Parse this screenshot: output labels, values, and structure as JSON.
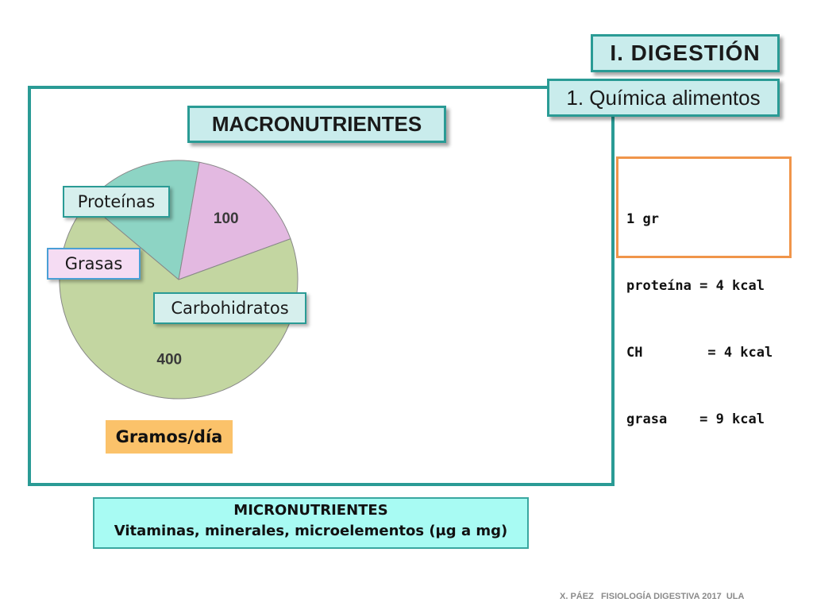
{
  "header": {
    "title": "I. DIGESTIÓN",
    "subtitle": "1. Química alimentos"
  },
  "main": {
    "heading": "MACRONUTRIENTES",
    "units_label": "Gramos/día"
  },
  "chart_data": {
    "type": "pie",
    "slices": [
      {
        "label": "Proteínas",
        "value": 100,
        "value_label": "100",
        "color": "#8dd4c4"
      },
      {
        "label": "Grasas",
        "value": 100,
        "value_label": "100",
        "color": "#e3b9e1"
      },
      {
        "label": "Carbohidratos",
        "value": 400,
        "value_label": "400",
        "color": "#c3d6a1"
      }
    ]
  },
  "energy": {
    "lines": [
      "1 gr",
      "proteína = 4 kcal",
      "CH        = 4 kcal",
      "grasa    = 9 kcal"
    ]
  },
  "micro": {
    "title": "MICRONUTRIENTES",
    "description": "Vitaminas, minerales, microelementos (μg a mg)"
  },
  "footer": {
    "text": "X. PÁEZ   FISIOLOGÍA DIGESTIVA 2017  ULA"
  },
  "colors": {
    "accent": "#2a9b95",
    "label_bg": "#c9ecec",
    "energy_border": "#f0954a",
    "units_bg": "#fbc26a",
    "micro_bg": "#a8fbf3"
  }
}
